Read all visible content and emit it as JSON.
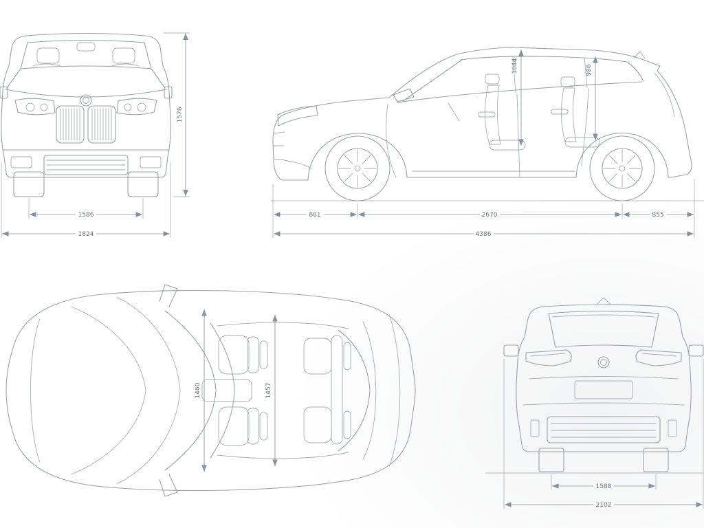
{
  "icons": {
    "brand": "bmw-roundel"
  },
  "dimensions": {
    "front_view": {
      "overall_height_mm": "1576",
      "track_width_mm": "1586",
      "overall_width_mm": "1824"
    },
    "side_view": {
      "front_interior_height_mm": "1044",
      "rear_interior_height_mm": "986",
      "front_overhang_mm": "861",
      "wheelbase_mm": "2670",
      "rear_overhang_mm": "855",
      "overall_length_mm": "4386"
    },
    "top_view": {
      "front_interior_width_mm": "1460",
      "rear_interior_width_mm": "1457"
    },
    "rear_view": {
      "rear_track_width_mm": "1588",
      "overall_width_incl_mirrors_mm": "2102"
    }
  }
}
